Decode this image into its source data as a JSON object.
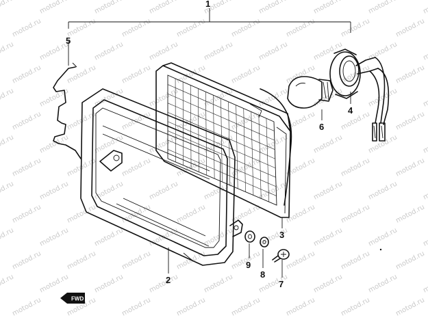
{
  "watermark_text": "motod.ru",
  "callouts": [
    {
      "id": "1",
      "label": "1"
    },
    {
      "id": "2",
      "label": "2"
    },
    {
      "id": "3",
      "label": "3"
    },
    {
      "id": "4",
      "label": "4"
    },
    {
      "id": "5",
      "label": "5"
    },
    {
      "id": "6",
      "label": "6"
    },
    {
      "id": "7",
      "label": "7"
    },
    {
      "id": "8",
      "label": "8"
    },
    {
      "id": "9",
      "label": "9"
    }
  ],
  "direction_badge": {
    "label": "FWD"
  },
  "parts": [
    {
      "callout": "1",
      "name": "headlight-assembly"
    },
    {
      "callout": "2",
      "name": "headlight-rim"
    },
    {
      "callout": "3",
      "name": "headlight-lens-unit"
    },
    {
      "callout": "4",
      "name": "bulb-socket"
    },
    {
      "callout": "5",
      "name": "retaining-spring"
    },
    {
      "callout": "6",
      "name": "bulb"
    },
    {
      "callout": "7",
      "name": "screw"
    },
    {
      "callout": "8",
      "name": "spring-washer"
    },
    {
      "callout": "9",
      "name": "washer"
    }
  ]
}
